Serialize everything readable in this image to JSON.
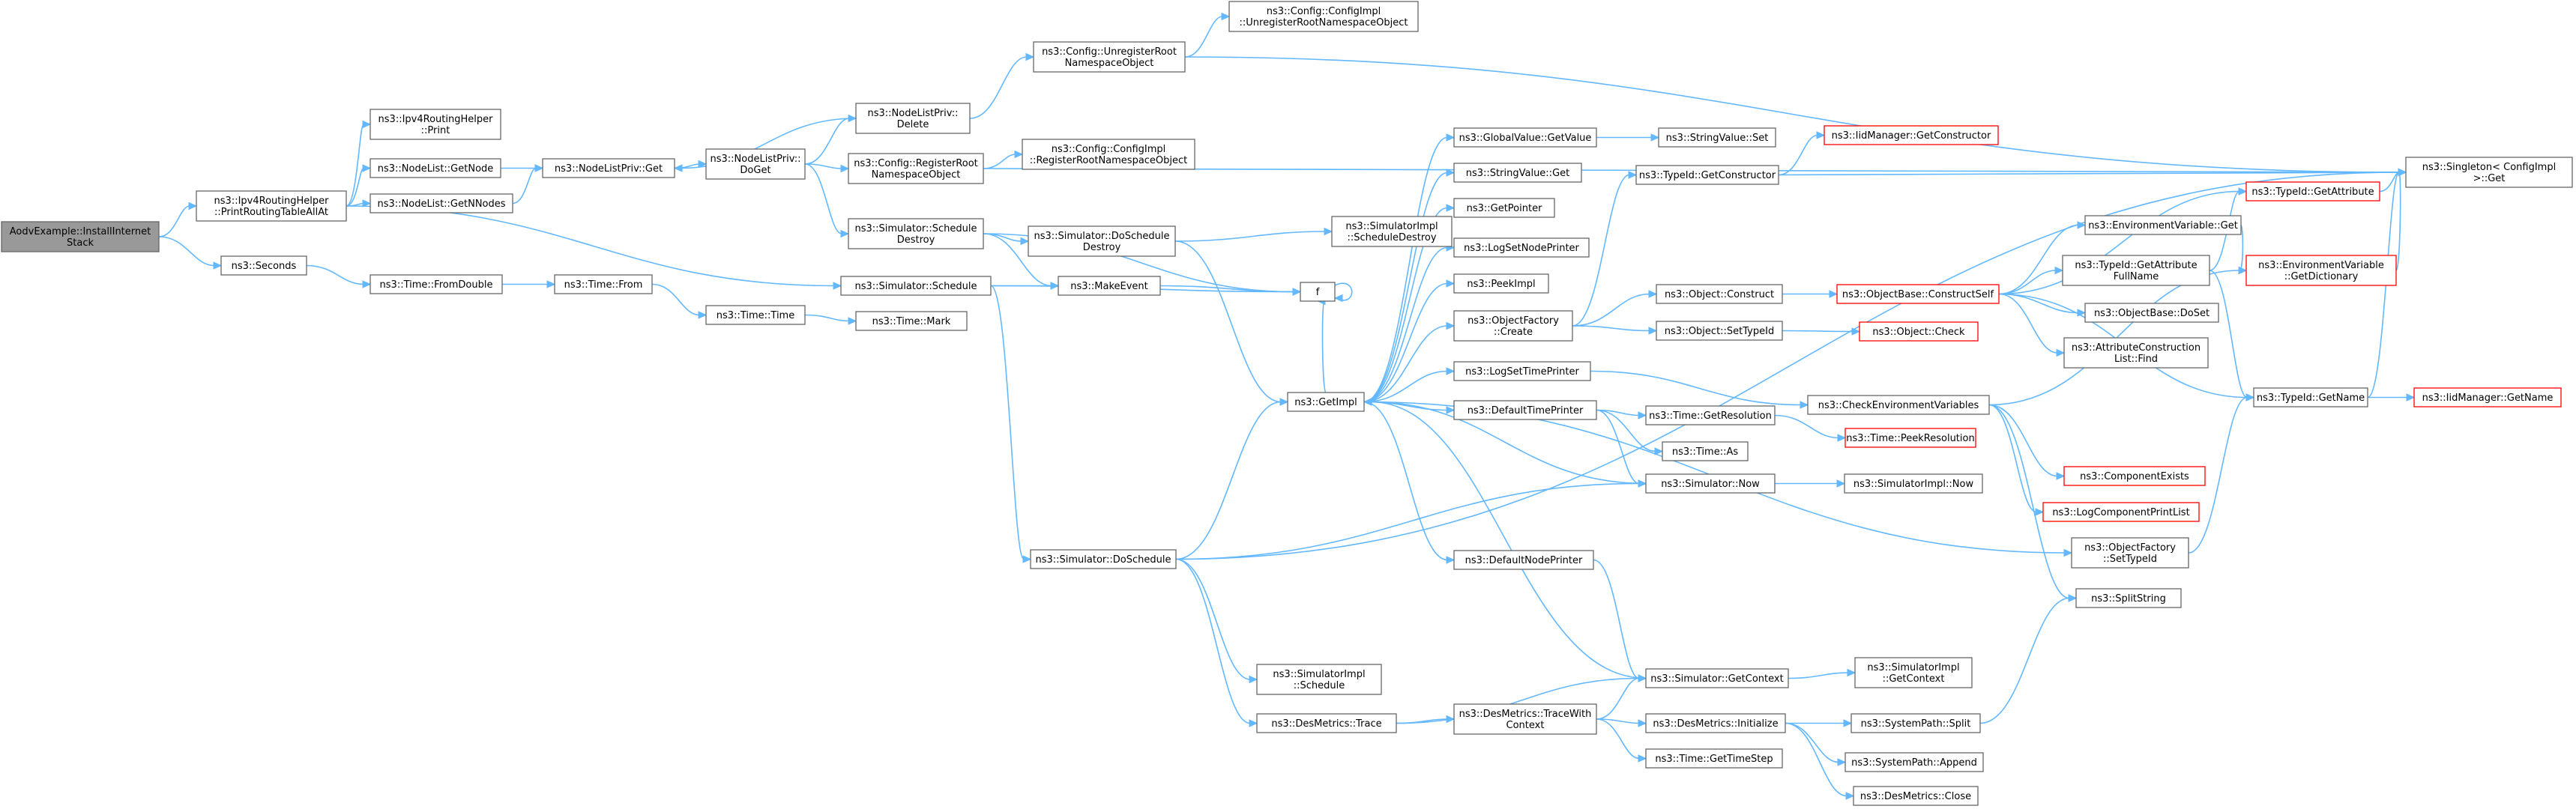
{
  "graph": {
    "nodes": [
      {
        "id": "root",
        "lines": [
          "AodvExample::InstallInternet",
          "Stack"
        ],
        "style": "root"
      },
      {
        "id": "ipv4prt",
        "lines": [
          "ns3::Ipv4RoutingHelper",
          "::PrintRoutingTableAllAt"
        ],
        "style": "normal"
      },
      {
        "id": "ipv4print",
        "lines": [
          "ns3::Ipv4RoutingHelper",
          "::Print"
        ],
        "style": "normal"
      },
      {
        "id": "getnode",
        "lines": [
          "ns3::NodeList::GetNode"
        ],
        "style": "normal"
      },
      {
        "id": "getnnodes",
        "lines": [
          "ns3::NodeList::GetNNodes"
        ],
        "style": "normal"
      },
      {
        "id": "seconds",
        "lines": [
          "ns3::Seconds"
        ],
        "style": "normal"
      },
      {
        "id": "fromdouble",
        "lines": [
          "ns3::Time::FromDouble"
        ],
        "style": "normal"
      },
      {
        "id": "timefrom",
        "lines": [
          "ns3::Time::From"
        ],
        "style": "normal"
      },
      {
        "id": "timetime",
        "lines": [
          "ns3::Time::Time"
        ],
        "style": "normal"
      },
      {
        "id": "timemark",
        "lines": [
          "ns3::Time::Mark"
        ],
        "style": "normal"
      },
      {
        "id": "nlpget",
        "lines": [
          "ns3::NodeListPriv::Get"
        ],
        "style": "normal"
      },
      {
        "id": "nlpdoget",
        "lines": [
          "ns3::NodeListPriv::",
          "DoGet"
        ],
        "style": "normal"
      },
      {
        "id": "nlpdelete",
        "lines": [
          "ns3::NodeListPriv::",
          "Delete"
        ],
        "style": "normal"
      },
      {
        "id": "cfgunreg",
        "lines": [
          "ns3::Config::UnregisterRoot",
          "NamespaceObject"
        ],
        "style": "normal"
      },
      {
        "id": "cfgimplunreg",
        "lines": [
          "ns3::Config::ConfigImpl",
          "::UnregisterRootNamespaceObject"
        ],
        "style": "normal"
      },
      {
        "id": "cfgreg",
        "lines": [
          "ns3::Config::RegisterRoot",
          "NamespaceObject"
        ],
        "style": "normal"
      },
      {
        "id": "cfgimplreg",
        "lines": [
          "ns3::Config::ConfigImpl",
          "::RegisterRootNamespaceObject"
        ],
        "style": "normal"
      },
      {
        "id": "simschedestroy",
        "lines": [
          "ns3::Simulator::Schedule",
          "Destroy"
        ],
        "style": "normal"
      },
      {
        "id": "simdoschedestroy",
        "lines": [
          "ns3::Simulator::DoSchedule",
          "Destroy"
        ],
        "style": "normal"
      },
      {
        "id": "simimplschedestroy",
        "lines": [
          "ns3::SimulatorImpl",
          "::ScheduleDestroy"
        ],
        "style": "normal"
      },
      {
        "id": "simschedule",
        "lines": [
          "ns3::Simulator::Schedule"
        ],
        "style": "normal"
      },
      {
        "id": "makeevent",
        "lines": [
          "ns3::MakeEvent"
        ],
        "style": "normal"
      },
      {
        "id": "f",
        "lines": [
          "f"
        ],
        "style": "normal"
      },
      {
        "id": "getimpl",
        "lines": [
          "ns3::GetImpl"
        ],
        "style": "normal"
      },
      {
        "id": "simdoschedule",
        "lines": [
          "ns3::Simulator::DoSchedule"
        ],
        "style": "normal"
      },
      {
        "id": "simimplschedule",
        "lines": [
          "ns3::SimulatorImpl",
          "::Schedule"
        ],
        "style": "normal"
      },
      {
        "id": "desmtrace",
        "lines": [
          "ns3::DesMetrics::Trace"
        ],
        "style": "normal"
      },
      {
        "id": "desmtracewith",
        "lines": [
          "ns3::DesMetrics::TraceWith",
          "Context"
        ],
        "style": "normal"
      },
      {
        "id": "gvgetvalue",
        "lines": [
          "ns3::GlobalValue::GetValue"
        ],
        "style": "normal"
      },
      {
        "id": "svset",
        "lines": [
          "ns3::StringValue::Set"
        ],
        "style": "normal"
      },
      {
        "id": "svget",
        "lines": [
          "ns3::StringValue::Get"
        ],
        "style": "normal"
      },
      {
        "id": "getpointer",
        "lines": [
          "ns3::GetPointer"
        ],
        "style": "normal"
      },
      {
        "id": "logsetnode",
        "lines": [
          "ns3::LogSetNodePrinter"
        ],
        "style": "normal"
      },
      {
        "id": "peekimpl",
        "lines": [
          "ns3::PeekImpl"
        ],
        "style": "normal"
      },
      {
        "id": "objfactcreate",
        "lines": [
          "ns3::ObjectFactory",
          "::Create"
        ],
        "style": "normal"
      },
      {
        "id": "logsettime",
        "lines": [
          "ns3::LogSetTimePrinter"
        ],
        "style": "normal"
      },
      {
        "id": "deftimeprinter",
        "lines": [
          "ns3::DefaultTimePrinter"
        ],
        "style": "normal"
      },
      {
        "id": "defnodeprinter",
        "lines": [
          "ns3::DefaultNodePrinter"
        ],
        "style": "normal"
      },
      {
        "id": "tidgetctor",
        "lines": [
          "ns3::TypeId::GetConstructor"
        ],
        "style": "normal"
      },
      {
        "id": "iidmgetctor",
        "lines": [
          "ns3::IidManager::GetConstructor"
        ],
        "style": "red"
      },
      {
        "id": "objconstruct",
        "lines": [
          "ns3::Object::Construct"
        ],
        "style": "normal"
      },
      {
        "id": "objsettypeid",
        "lines": [
          "ns3::Object::SetTypeId"
        ],
        "style": "normal"
      },
      {
        "id": "objcheck",
        "lines": [
          "ns3::Object::Check"
        ],
        "style": "red"
      },
      {
        "id": "obconstructself",
        "lines": [
          "ns3::ObjectBase::ConstructSelf"
        ],
        "style": "red"
      },
      {
        "id": "envget",
        "lines": [
          "ns3::EnvironmentVariable::Get"
        ],
        "style": "normal"
      },
      {
        "id": "tidgetattrfull",
        "lines": [
          "ns3::TypeId::GetAttribute",
          "FullName"
        ],
        "style": "normal"
      },
      {
        "id": "obdoset",
        "lines": [
          "ns3::ObjectBase::DoSet"
        ],
        "style": "normal"
      },
      {
        "id": "attrcfind",
        "lines": [
          "ns3::AttributeConstruction",
          "List::Find"
        ],
        "style": "normal"
      },
      {
        "id": "tidgetattr",
        "lines": [
          "ns3::TypeId::GetAttribute"
        ],
        "style": "red"
      },
      {
        "id": "envgetdict",
        "lines": [
          "ns3::EnvironmentVariable",
          "::GetDictionary"
        ],
        "style": "red"
      },
      {
        "id": "singletonget",
        "lines": [
          "ns3::Singleton< ConfigImpl",
          ">::Get"
        ],
        "style": "normal"
      },
      {
        "id": "tidgetname",
        "lines": [
          "ns3::TypeId::GetName"
        ],
        "style": "normal"
      },
      {
        "id": "iidmgetname",
        "lines": [
          "ns3::IidManager::GetName"
        ],
        "style": "red"
      },
      {
        "id": "checkenv",
        "lines": [
          "ns3::CheckEnvironmentVariables"
        ],
        "style": "normal"
      },
      {
        "id": "timegetres",
        "lines": [
          "ns3::Time::GetResolution"
        ],
        "style": "normal"
      },
      {
        "id": "timepeekres",
        "lines": [
          "ns3::Time::PeekResolution"
        ],
        "style": "red"
      },
      {
        "id": "timeas",
        "lines": [
          "ns3::Time::As"
        ],
        "style": "normal"
      },
      {
        "id": "simnow",
        "lines": [
          "ns3::Simulator::Now"
        ],
        "style": "normal"
      },
      {
        "id": "simimplnow",
        "lines": [
          "ns3::SimulatorImpl::Now"
        ],
        "style": "normal"
      },
      {
        "id": "compexists",
        "lines": [
          "ns3::ComponentExists"
        ],
        "style": "red"
      },
      {
        "id": "logcompprint",
        "lines": [
          "ns3::LogComponentPrintList"
        ],
        "style": "red"
      },
      {
        "id": "objfactsettypeid",
        "lines": [
          "ns3::ObjectFactory",
          "::SetTypeId"
        ],
        "style": "normal"
      },
      {
        "id": "splitstring",
        "lines": [
          "ns3::SplitString"
        ],
        "style": "normal"
      },
      {
        "id": "simgetctx",
        "lines": [
          "ns3::Simulator::GetContext"
        ],
        "style": "normal"
      },
      {
        "id": "simimplgetctx",
        "lines": [
          "ns3::SimulatorImpl",
          "::GetContext"
        ],
        "style": "normal"
      },
      {
        "id": "desminit",
        "lines": [
          "ns3::DesMetrics::Initialize"
        ],
        "style": "normal"
      },
      {
        "id": "timegetstep",
        "lines": [
          "ns3::Time::GetTimeStep"
        ],
        "style": "normal"
      },
      {
        "id": "syspathsplit",
        "lines": [
          "ns3::SystemPath::Split"
        ],
        "style": "normal"
      },
      {
        "id": "syspathappend",
        "lines": [
          "ns3::SystemPath::Append"
        ],
        "style": "normal"
      },
      {
        "id": "desmclose",
        "lines": [
          "ns3::DesMetrics::Close"
        ],
        "style": "normal"
      }
    ],
    "edges": [
      [
        "root",
        "ipv4prt"
      ],
      [
        "root",
        "seconds"
      ],
      [
        "ipv4prt",
        "ipv4print"
      ],
      [
        "ipv4prt",
        "getnode"
      ],
      [
        "ipv4prt",
        "getnnodes"
      ],
      [
        "ipv4prt",
        "simschedule"
      ],
      [
        "getnode",
        "nlpget"
      ],
      [
        "getnnodes",
        "nlpget"
      ],
      [
        "seconds",
        "fromdouble"
      ],
      [
        "fromdouble",
        "timefrom"
      ],
      [
        "timefrom",
        "timetime"
      ],
      [
        "timetime",
        "timemark"
      ],
      [
        "nlpget",
        "nlpdoget"
      ],
      [
        "nlpdoget",
        "nlpdelete"
      ],
      [
        "nlpdoget",
        "cfgreg"
      ],
      [
        "nlpdoget",
        "simschedestroy"
      ],
      [
        "nlpdelete",
        "nlpget"
      ],
      [
        "nlpdelete",
        "cfgunreg"
      ],
      [
        "cfgunreg",
        "cfgimplunreg"
      ],
      [
        "cfgunreg",
        "singletonget"
      ],
      [
        "cfgreg",
        "cfgimplreg"
      ],
      [
        "cfgreg",
        "singletonget"
      ],
      [
        "simschedestroy",
        "simdoschedestroy"
      ],
      [
        "simschedestroy",
        "makeevent"
      ],
      [
        "simschedestroy",
        "f"
      ],
      [
        "simdoschedestroy",
        "simimplschedestroy"
      ],
      [
        "simdoschedestroy",
        "getimpl"
      ],
      [
        "simschedule",
        "makeevent"
      ],
      [
        "simschedule",
        "f"
      ],
      [
        "simschedule",
        "simdoschedule"
      ],
      [
        "makeevent",
        "f"
      ],
      [
        "f",
        "f"
      ],
      [
        "simdoschedule",
        "getimpl"
      ],
      [
        "simdoschedule",
        "simnow"
      ],
      [
        "simdoschedule",
        "simimplschedule"
      ],
      [
        "simdoschedule",
        "desmtrace"
      ],
      [
        "simdoschedule",
        "singletonget"
      ],
      [
        "getimpl",
        "gvgetvalue"
      ],
      [
        "getimpl",
        "svget"
      ],
      [
        "getimpl",
        "getpointer"
      ],
      [
        "getimpl",
        "logsetnode"
      ],
      [
        "getimpl",
        "peekimpl"
      ],
      [
        "getimpl",
        "objfactcreate"
      ],
      [
        "getimpl",
        "logsettime"
      ],
      [
        "getimpl",
        "deftimeprinter"
      ],
      [
        "getimpl",
        "defnodeprinter"
      ],
      [
        "getimpl",
        "objfactsettypeid"
      ],
      [
        "getimpl",
        "f"
      ],
      [
        "gvgetvalue",
        "svset"
      ],
      [
        "objfactcreate",
        "tidgetctor"
      ],
      [
        "objfactcreate",
        "objconstruct"
      ],
      [
        "objfactcreate",
        "objsettypeid"
      ],
      [
        "tidgetctor",
        "iidmgetctor"
      ],
      [
        "tidgetctor",
        "singletonget"
      ],
      [
        "objconstruct",
        "obconstructself"
      ],
      [
        "objsettypeid",
        "objcheck"
      ],
      [
        "obconstructself",
        "envget"
      ],
      [
        "obconstructself",
        "tidgetattrfull"
      ],
      [
        "obconstructself",
        "obdoset"
      ],
      [
        "obconstructself",
        "attrcfind"
      ],
      [
        "obconstructself",
        "tidgetattr"
      ],
      [
        "obconstructself",
        "tidgetname"
      ],
      [
        "envget",
        "envgetdict"
      ],
      [
        "tidgetattrfull",
        "tidgetattr"
      ],
      [
        "tidgetattrfull",
        "tidgetname"
      ],
      [
        "tidgetattr",
        "singletonget"
      ],
      [
        "envgetdict",
        "singletonget"
      ],
      [
        "tidgetname",
        "iidmgetname"
      ],
      [
        "tidgetname",
        "singletonget"
      ],
      [
        "logsettime",
        "checkenv"
      ],
      [
        "checkenv",
        "envgetdict"
      ],
      [
        "checkenv",
        "compexists"
      ],
      [
        "checkenv",
        "logcompprint"
      ],
      [
        "checkenv",
        "splitstring"
      ],
      [
        "deftimeprinter",
        "timegetres"
      ],
      [
        "deftimeprinter",
        "timeas"
      ],
      [
        "deftimeprinter",
        "simnow"
      ],
      [
        "timegetres",
        "timepeekres"
      ],
      [
        "simnow",
        "simimplnow"
      ],
      [
        "simnow",
        "getimpl"
      ],
      [
        "defnodeprinter",
        "simgetctx"
      ],
      [
        "objfactsettypeid",
        "tidgetname"
      ],
      [
        "desmtrace",
        "simgetctx"
      ],
      [
        "desmtrace",
        "desmtracewith"
      ],
      [
        "desmtracewith",
        "simgetctx"
      ],
      [
        "desmtracewith",
        "desminit"
      ],
      [
        "desmtracewith",
        "timegetstep"
      ],
      [
        "simgetctx",
        "simimplgetctx"
      ],
      [
        "simgetctx",
        "getimpl"
      ],
      [
        "desminit",
        "syspathsplit"
      ],
      [
        "desminit",
        "syspathappend"
      ],
      [
        "desminit",
        "desmclose"
      ],
      [
        "syspathsplit",
        "splitstring"
      ]
    ]
  }
}
